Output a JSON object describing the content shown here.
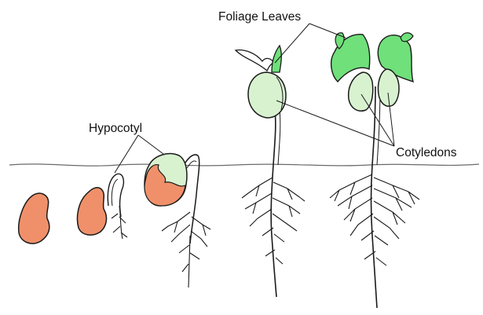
{
  "labels": {
    "foliage_leaves": "Foliage Leaves",
    "hypocotyl": "Hypocotyl",
    "cotyledons": "Cotyledons"
  },
  "colors": {
    "seed_coat": "#f0906a",
    "cotyledon": "#d8f2d0",
    "foliage_leaf": "#6fe07a",
    "outline": "#1a1a1a",
    "soil_line": "#6a6a6a"
  }
}
